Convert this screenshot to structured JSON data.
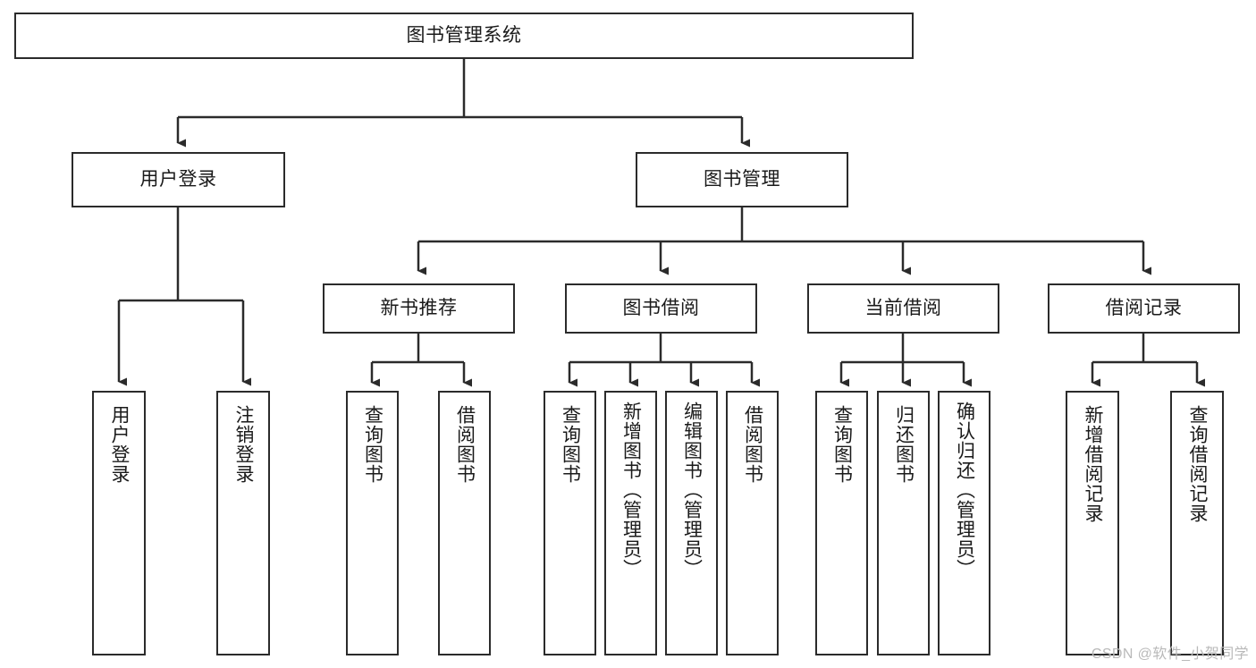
{
  "diagram": {
    "title": "图书管理系统",
    "type": "功能结构图",
    "watermark": "CSDN @软件_小贺同学",
    "colors": {
      "border": "#2b2b2b",
      "background": "#ffffff",
      "text": "#1a1a1a",
      "watermark": "#b9b9b9"
    },
    "root": {
      "label": "图书管理系统"
    },
    "level1": [
      {
        "label": "用户登录"
      },
      {
        "label": "图书管理"
      }
    ],
    "level2": [
      {
        "label": "新书推荐"
      },
      {
        "label": "图书借阅"
      },
      {
        "label": "当前借阅"
      },
      {
        "label": "借阅记录"
      }
    ],
    "leaves": {
      "user_login": [
        {
          "label": "用户登录"
        },
        {
          "label": "注销登录"
        }
      ],
      "new_book_recommend": [
        {
          "label": "查询图书"
        },
        {
          "label": "借阅图书"
        }
      ],
      "book_borrow": [
        {
          "label": "查询图书"
        },
        {
          "label": "新增图书（管理员）"
        },
        {
          "label": "编辑图书（管理员）"
        },
        {
          "label": "借阅图书"
        }
      ],
      "current_borrow": [
        {
          "label": "查询图书"
        },
        {
          "label": "归还图书"
        },
        {
          "label": "确认归还（管理员）"
        }
      ],
      "borrow_record": [
        {
          "label": "新增借阅记录"
        },
        {
          "label": "查询借阅记录"
        }
      ]
    }
  }
}
